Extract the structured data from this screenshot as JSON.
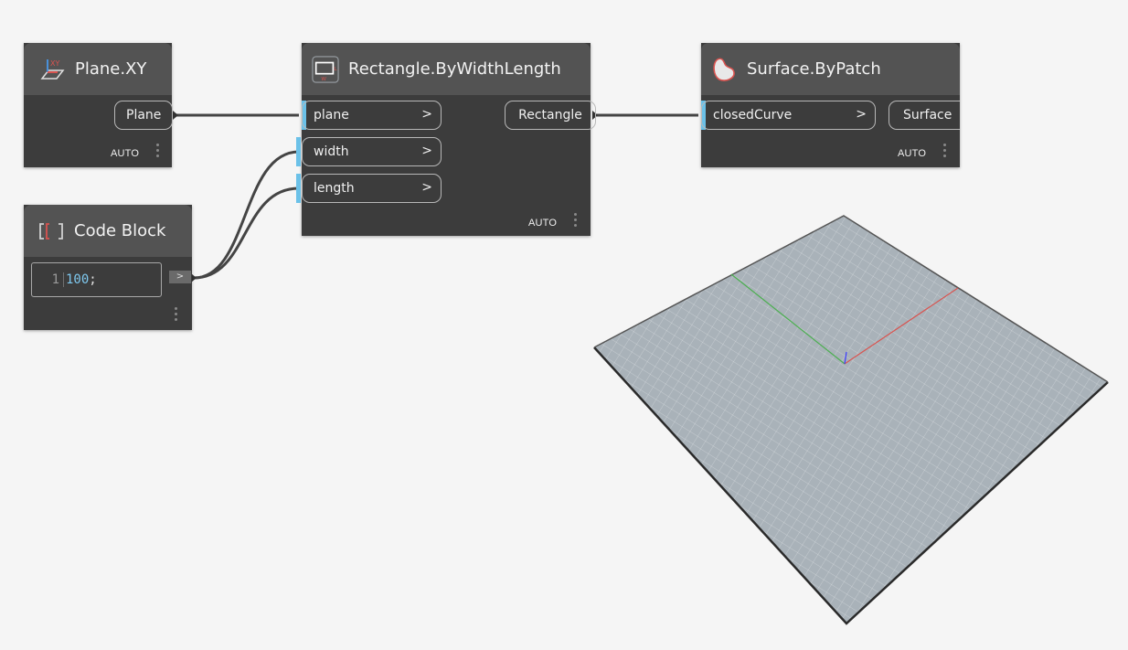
{
  "nodes": {
    "plane_xy": {
      "title": "Plane.XY",
      "icon": "plane-xy-icon",
      "outputs": [
        {
          "label": "Plane"
        }
      ],
      "lacing": "AUTO"
    },
    "rectangle": {
      "title": "Rectangle.ByWidthLength",
      "icon": "rectangle-icon",
      "inputs": [
        {
          "label": "plane",
          "arrow": ">"
        },
        {
          "label": "width",
          "arrow": ">"
        },
        {
          "label": "length",
          "arrow": ">"
        }
      ],
      "outputs": [
        {
          "label": "Rectangle"
        }
      ],
      "lacing": "AUTO"
    },
    "surface": {
      "title": "Surface.ByPatch",
      "icon": "surface-patch-icon",
      "inputs": [
        {
          "label": "closedCurve",
          "arrow": ">"
        }
      ],
      "outputs": [
        {
          "label": "Surface"
        }
      ],
      "lacing": "AUTO"
    },
    "code_block": {
      "title": "Code Block",
      "icon": "code-block-icon",
      "line_number": "1",
      "code_value": "100",
      "code_suffix": ";",
      "output_arrow": ">"
    }
  },
  "colors": {
    "canvas": "#f5f5f5",
    "node_body": "#3c3c3c",
    "node_header": "#535353",
    "port_indicator": "#6bc1e8",
    "wire": "#444444",
    "code_number": "#7ec8ef",
    "surface_fill": "#a9b2b9",
    "axis_x": "#d9534f",
    "axis_y": "#4caf50",
    "axis_z": "#3a3aff"
  }
}
